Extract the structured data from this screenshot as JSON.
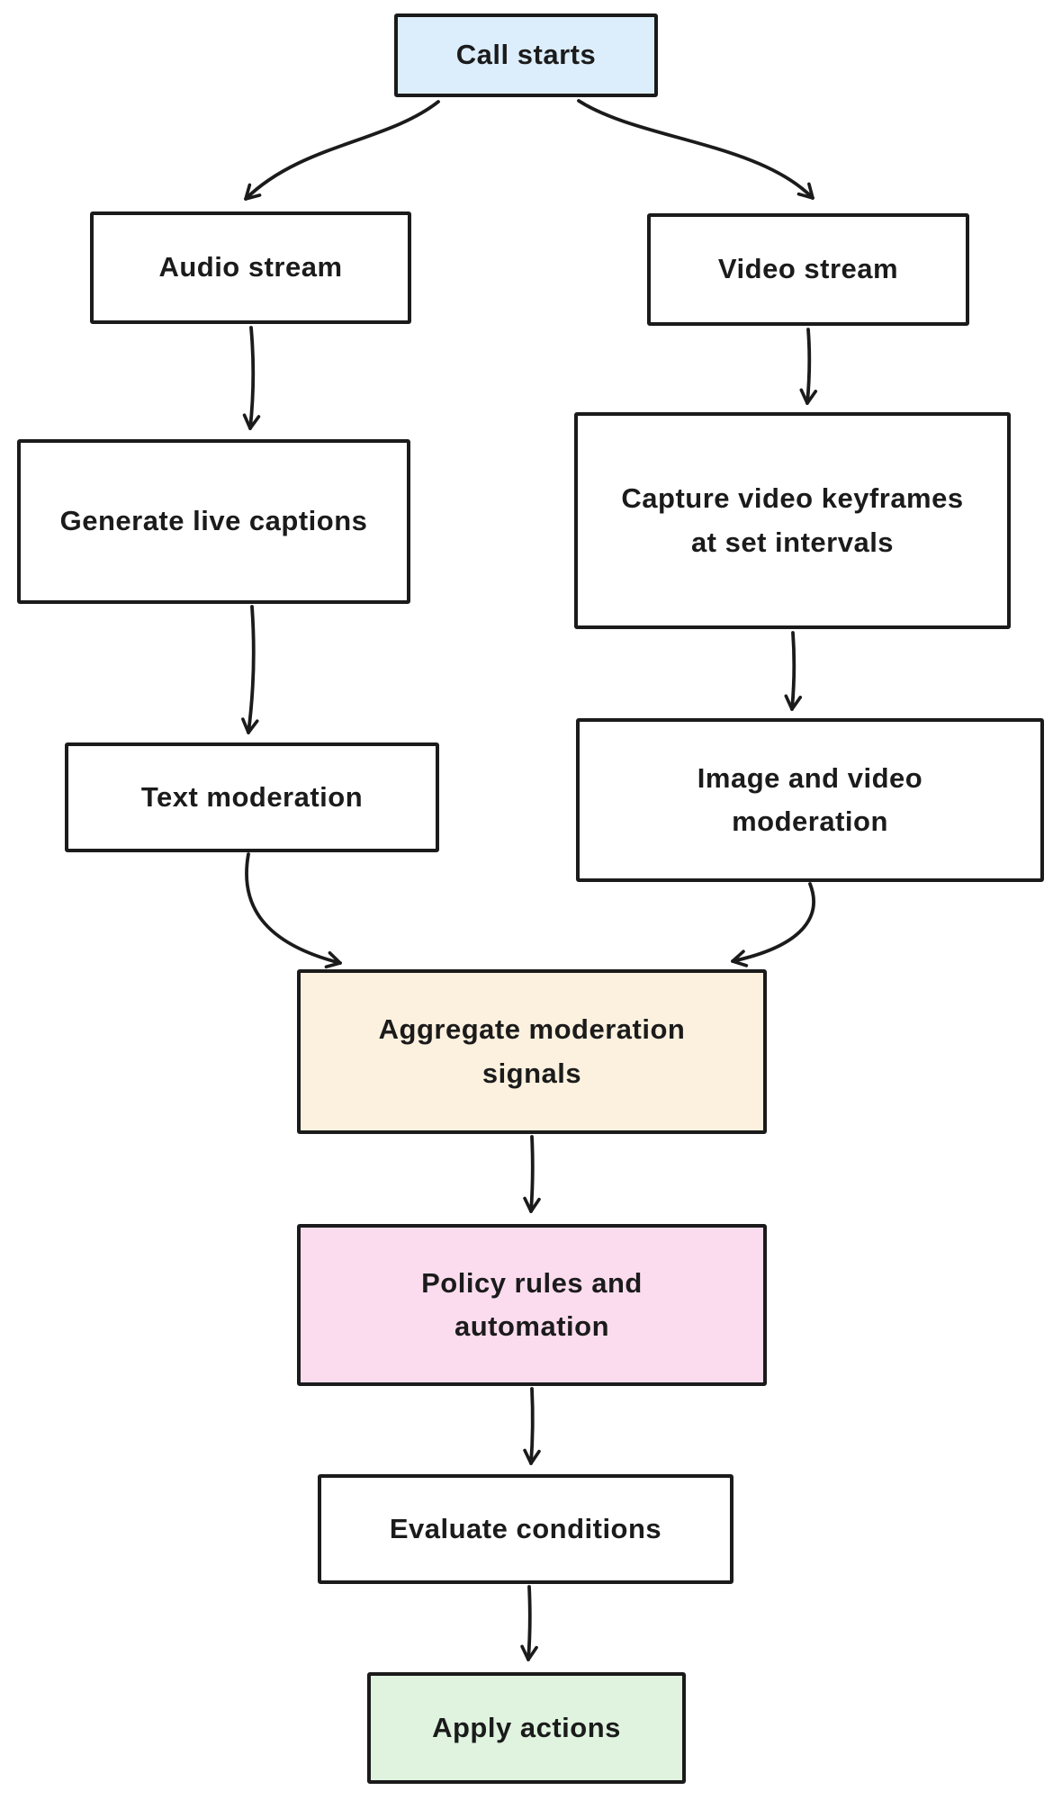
{
  "diagram": {
    "type": "flowchart",
    "background": "#ffffff",
    "ink_color": "#1b1b1b",
    "nodes": {
      "call_starts": {
        "label": "Call starts",
        "fill": "#dceefb"
      },
      "audio_stream": {
        "label": "Audio stream",
        "fill": "#ffffff"
      },
      "video_stream": {
        "label": "Video stream",
        "fill": "#ffffff"
      },
      "generate_captions": {
        "label": "Generate live captions",
        "fill": "#ffffff"
      },
      "capture_keyframes": {
        "label": "Capture video keyframes\nat set intervals",
        "fill": "#ffffff"
      },
      "text_moderation": {
        "label": "Text moderation",
        "fill": "#ffffff"
      },
      "image_video_moderation": {
        "label": "Image and video\nmoderation",
        "fill": "#ffffff"
      },
      "aggregate_signals": {
        "label": "Aggregate moderation\nsignals",
        "fill": "#fcf1df"
      },
      "policy_rules": {
        "label": "Policy rules and\nautomation",
        "fill": "#fbdcee"
      },
      "evaluate_conditions": {
        "label": "Evaluate conditions",
        "fill": "#ffffff"
      },
      "apply_actions": {
        "label": "Apply actions",
        "fill": "#dff3df"
      }
    },
    "edges": [
      {
        "from": "call_starts",
        "to": "audio_stream"
      },
      {
        "from": "call_starts",
        "to": "video_stream"
      },
      {
        "from": "audio_stream",
        "to": "generate_captions"
      },
      {
        "from": "video_stream",
        "to": "capture_keyframes"
      },
      {
        "from": "generate_captions",
        "to": "text_moderation"
      },
      {
        "from": "capture_keyframes",
        "to": "image_video_moderation"
      },
      {
        "from": "text_moderation",
        "to": "aggregate_signals"
      },
      {
        "from": "image_video_moderation",
        "to": "aggregate_signals"
      },
      {
        "from": "aggregate_signals",
        "to": "policy_rules"
      },
      {
        "from": "policy_rules",
        "to": "evaluate_conditions"
      },
      {
        "from": "evaluate_conditions",
        "to": "apply_actions"
      }
    ]
  }
}
